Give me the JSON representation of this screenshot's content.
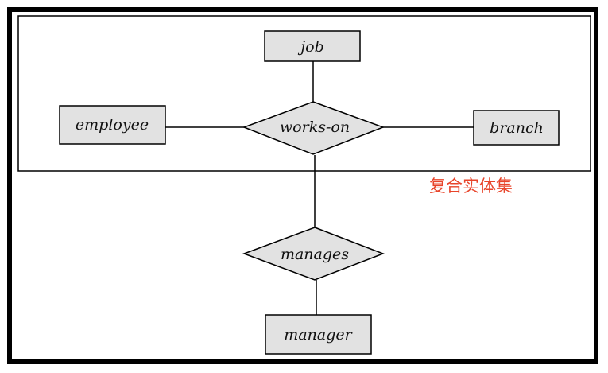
{
  "diagram": {
    "entities": {
      "job": "job",
      "employee": "employee",
      "branch": "branch",
      "manager": "manager"
    },
    "relationships": {
      "works_on": "works-on",
      "manages": "manages"
    },
    "aggregation_label": "复合实体集"
  },
  "colors": {
    "entity_fill": "#e2e2e2",
    "relationship_fill": "#e2e2e2",
    "border": "#000000",
    "aggregation_label": "#e8442a"
  }
}
